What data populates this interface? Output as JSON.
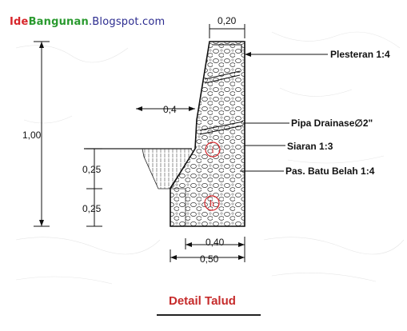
{
  "watermark": {
    "part1": "Ide",
    "part2": "Bangunan",
    "part3": ".Blogspot.com"
  },
  "dimensions": {
    "top_width": "0,20",
    "offset": "0,4",
    "total_height": "1,00",
    "lower_height_a": "0,25",
    "lower_height_b": "0,25",
    "base_inner": "0,40",
    "base_total": "0,50"
  },
  "callouts": {
    "plester": "Plesteran 1:4",
    "pipa": "Pipa Drainase∅2\"",
    "siaran": "Siaran 1:3",
    "batu": "Pas. Batu Belah 1:4"
  },
  "markers": {
    "upper": "i",
    "lower": "h"
  },
  "caption": "Detail Talud",
  "colors": {
    "caption": "#c62b2b",
    "marker": "#d7262b",
    "line": "#111111"
  }
}
